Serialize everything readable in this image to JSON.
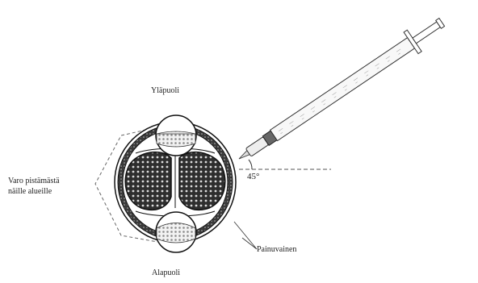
{
  "labels": {
    "top": "Yläpuoli",
    "bottom": "Alapuoli",
    "warning_line1": "Varo pistämästä",
    "warning_line2": "näille alueille",
    "angle": "45°",
    "pressed": "Painuvainen"
  },
  "icons": {
    "syringe": "syringe-icon",
    "cross_section": "tubing-cross-section"
  }
}
